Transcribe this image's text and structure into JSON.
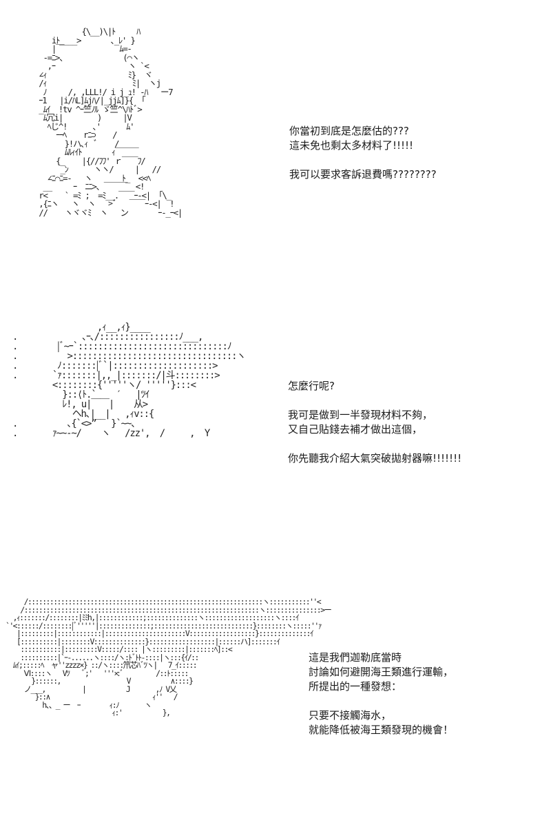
{
  "panels": [
    {
      "art": "           {\\__)\\|ﾄ     ﾊ\n    iﾄ____>       ､_ﾚ' }\n    |￣             ﾑ=-\n  -=ﾆ>、             (⌒ヽ\n   ,ｰ                 ヽ `<\n ∠ｨ                   ﾐ}  ヾ\n /ｨ                    ﾐ|  ヽj\n  ﾉ     /, ,LLL!/ i j_ｭ! -ﾊ   ー7\n ｰ1   |i/ﾊL]ﾑjﾊ/|_jjﾑ]}{ 「\n _ﾑｲ  !tv ^ｰ竺ﾉﾙ ゞ竺^\\ﾊﾄﾞ>\n  ﾑ冗i|        )     |V\n   ﾍじ^!      ､'      ﾑ'\n     ｰｰﾍ    rﾆ⊃    /\n       }!ハ､ｨ  ﾞ    /\n       ﾑﾙｨｲﾄ       ｨ￣￣￣\n     {_    |{//ﾌﾌ' ｒ￣￣ﾌ/\n      _ﾝ      ヽヽ/     |   //\n   ∠ﾆ⌒ﾆ=-   ヽ       ﾄ_  <<ﾍ\n  __     ｰ  ﾆﾆ>、￣￣￣  <!\n r<    ` =ﾐ ;  =ﾐ__.￣￣ｰ-<|  ｢\\_\n ,{ﾆヽ   ヽ  ヽ   >ﾞ   ￣￣ｰ-<|  !\n //    ヽヾヾﾐ  ヽ   ン       ｰ-_ｰ<|",
      "lines": [
        "你當初到底是怎麼估的???",
        "這未免也剩太多材料了!!!!!",
        "",
        "我可以要求客訴退費嗎????????"
      ]
    },
    {
      "art": "                 ,ｨ__,ｨ}____\n.             ､ｰ､/::::::::::::::::ﾉ___,\n.        |ﾞ~ｰ`::::::::::::::::::::::::::::::ﾉ\n.          >:::::::::::::::::::::::::::::::::ヽ\n.        ﾉ:::::::|ﾞ`|::::::::::::::::::::>\n.       `ｧ:::::::|,,_|:::::::/|斗::::::::>\n        <::::::::{'''''ヽ/ '''''}:::<\n          }::⟨ﾄ.`    ′   |ﾂｲ\n          ﾚ!, u|￣￣|    从>\n            ヘh､|__|   ,ｨv::{\n.          ､{`<>”   }`~~、\n.       ｧ~~-~/    ヽ   /zz',  /     ,  Y",
      "lines": [
        "怎麼行呢?",
        "",
        "我可是做到一半發現材料不夠，",
        "又自己貼錢去補才做出這個，",
        "",
        "你先聽我介紹大氣突破拋射器嘛!!!!!!!"
      ]
    },
    {
      "art": "     /::::::::::::::::::::::::::::::::::::::::::::::::::::::::::::::::ヽ:::::::::::''<\n    /::::::::::::::::::::::::::::::::::::::::::::::::::::::::::::::::ヽ:::::::::::::::>ー\n  ,ｨ:::::::/::::::::|ﾐﾐh,|::::::::::::;::::::::::::::ヽ:::::::::::::::::::ヽ::::ｲ\n`'<::::::/::::::::|ﾞ'''''|::::::::::::::;:::::::::::::::::::::::::::}::::::::ヽ:::::''ｧ\n   |:::::::::|::::::::::::|::::::::::::::::::::::V::::::::::::::::::}::::::::::::::ｲ\n   [::::::::::|::::::::V::::::::::::::}::::::::::::::::::|::::::ハ]:::::::ｲ\n    :::::::::::|:::::::::V:::::/:::: |ヽ:::::::::|:::::::ﾍ]::<\n    ::::::::::|`ｰ-......ヽ::::/ヽ:ﾄﾞﾄﾄ-::::|ヽ:::{ｲ/::\n  ﾑｲ;:::::ﾍ  ャ''zzzz×} ::/ヽ::::笊芯ﾊﾞﾂヽ|   7_ｲ:::::\n     Ⅵ::::ヽ   Vﾂ    ﾞ;'   '''×:ﾞ         /::ﾄ:::::\n       }::::::,                  V           ∧::::}\n     ノ___,          |           J       ,ﾉ V乂\n        }::∧                            ｨ''   /\n          h、、_ ー  ｰ        ｨ:ﾉ       ヽ\n                             ｨ:'           },",
      "lines": [
        "這是我們迦勒底當時",
        "討論如何避開海王類進行運輸，",
        "所提出的一種發想：",
        "",
        "只要不接觸海水，",
        "就能降低被海王類發現的機會！"
      ]
    }
  ]
}
